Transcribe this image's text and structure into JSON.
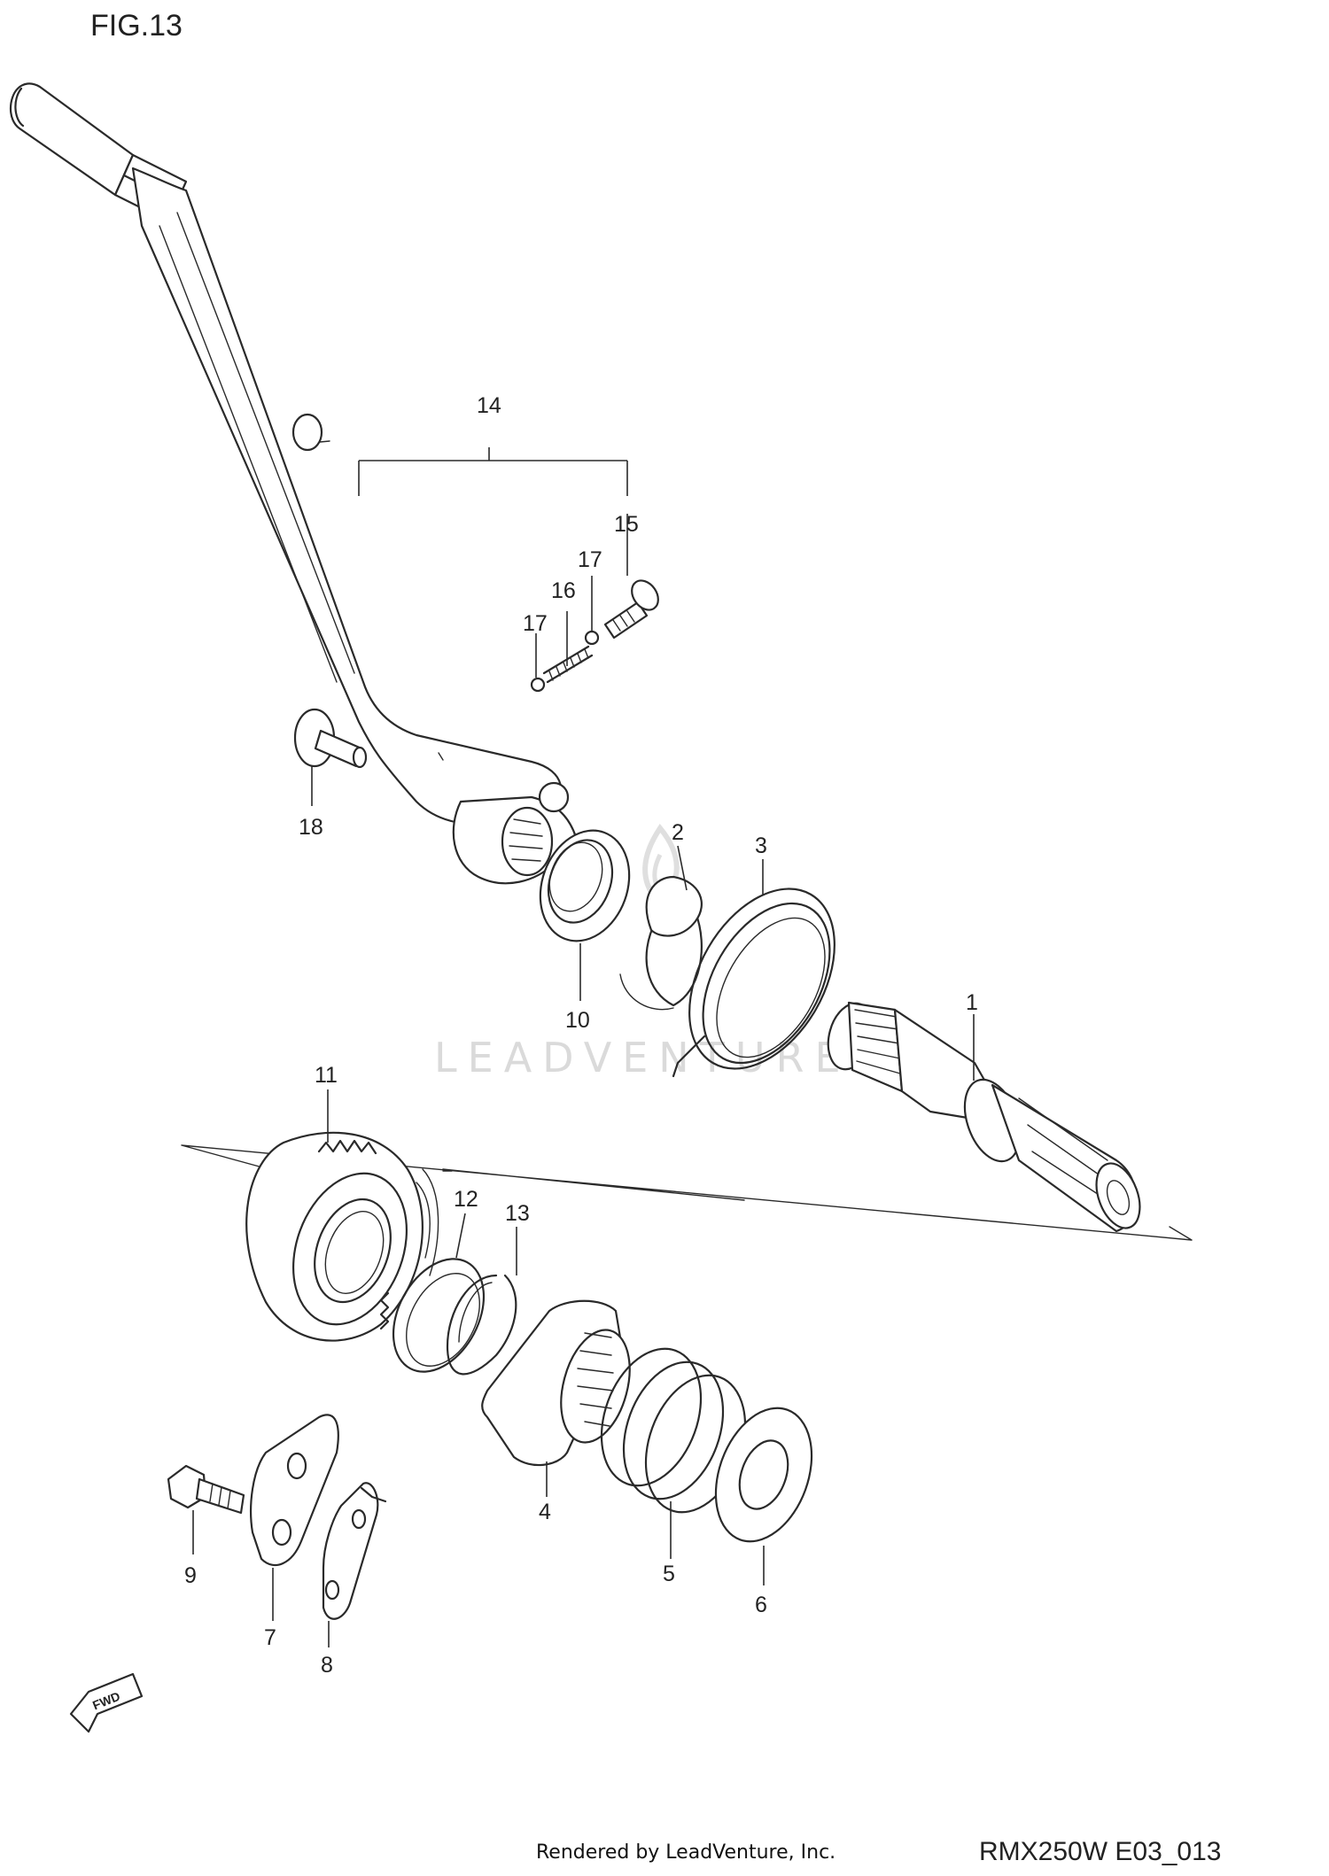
{
  "figure": {
    "title": "FIG.13",
    "footer_rendered_by": "Rendered by LeadVenture, Inc.",
    "footer_code": "RMX250W E03_013",
    "watermark": "LEADVENTURE",
    "fwd_label": "FWD"
  },
  "callouts": [
    {
      "id": "c1",
      "label": "1"
    },
    {
      "id": "c2",
      "label": "2"
    },
    {
      "id": "c3",
      "label": "3"
    },
    {
      "id": "c4",
      "label": "4"
    },
    {
      "id": "c5",
      "label": "5"
    },
    {
      "id": "c6",
      "label": "6"
    },
    {
      "id": "c7",
      "label": "7"
    },
    {
      "id": "c8",
      "label": "8"
    },
    {
      "id": "c9",
      "label": "9"
    },
    {
      "id": "c10",
      "label": "10"
    },
    {
      "id": "c11",
      "label": "11"
    },
    {
      "id": "c12",
      "label": "12"
    },
    {
      "id": "c13",
      "label": "13"
    },
    {
      "id": "c14",
      "label": "14"
    },
    {
      "id": "c15",
      "label": "15"
    },
    {
      "id": "c16",
      "label": "16"
    },
    {
      "id": "c17a",
      "label": "17"
    },
    {
      "id": "c17b",
      "label": "17"
    },
    {
      "id": "c18",
      "label": "18"
    }
  ]
}
